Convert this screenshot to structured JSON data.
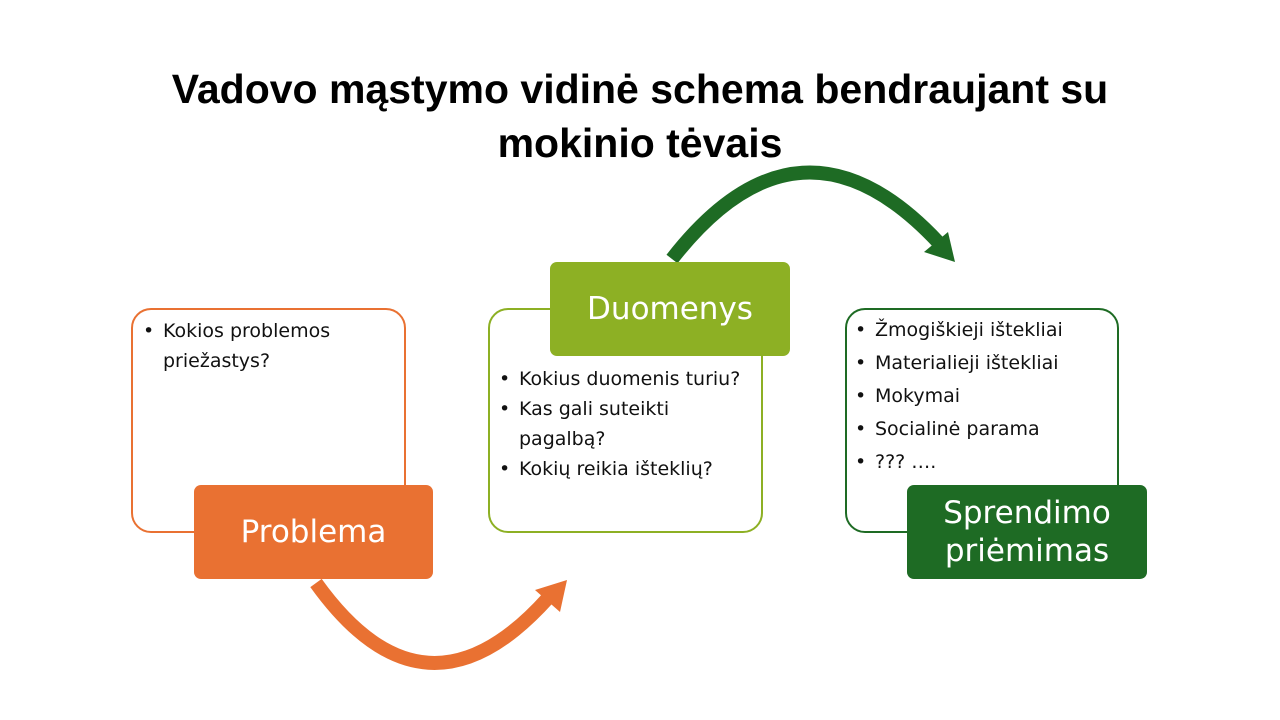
{
  "title": {
    "line1": "Vadovo mąstymo vidinė schema bendraujant su",
    "line2": "mokinio tėvais"
  },
  "steps": [
    {
      "label": "Problema",
      "color": "#E97132",
      "items": [
        "Kokios problemos priežastys?"
      ]
    },
    {
      "label": "Duomenys",
      "color": "#8DB024",
      "items": [
        "Kokius duomenis turiu?",
        "Kas gali suteikti pagalbą?",
        "Kokių reikia išteklių?"
      ]
    },
    {
      "label_line1": "Sprendimo",
      "label_line2": "priėmimas",
      "color": "#1E6B24",
      "items": [
        "Žmogiškieji ištekliai",
        "Materialieji ištekliai",
        "Mokymai",
        "Socialinė parama",
        "??? …."
      ]
    }
  ],
  "arrows": [
    {
      "icon": "curved-arrow-icon",
      "color": "#E97132"
    },
    {
      "icon": "curved-arrow-icon",
      "color": "#1E6B24"
    }
  ]
}
